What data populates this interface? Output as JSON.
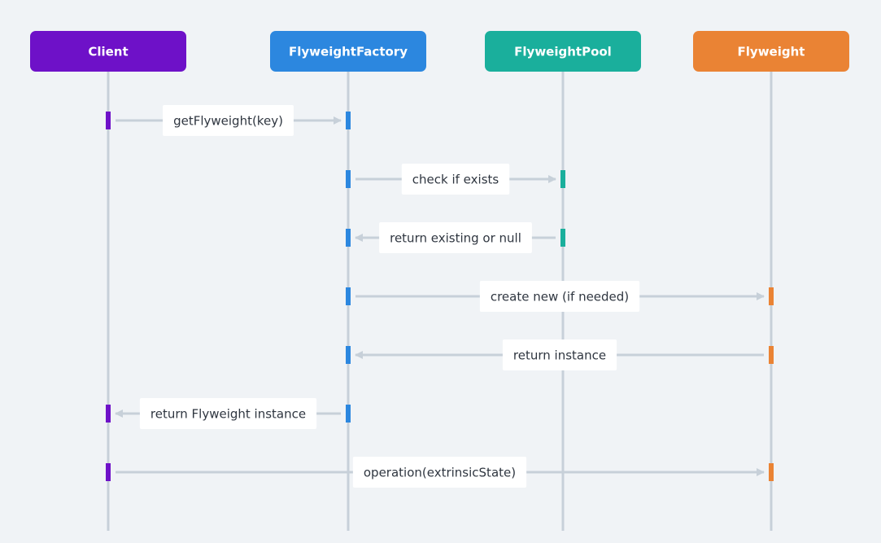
{
  "participants": [
    {
      "id": "client",
      "label": "Client",
      "color": "#6e11c8"
    },
    {
      "id": "factory",
      "label": "FlyweightFactory",
      "color": "#2c87df"
    },
    {
      "id": "pool",
      "label": "FlyweightPool",
      "color": "#1aaf9c"
    },
    {
      "id": "flyweight",
      "label": "Flyweight",
      "color": "#ea8334"
    }
  ],
  "messages": [
    {
      "from": "client",
      "to": "factory",
      "label": "getFlyweight(key)"
    },
    {
      "from": "factory",
      "to": "pool",
      "label": "check if exists"
    },
    {
      "from": "pool",
      "to": "factory",
      "label": "return existing or null"
    },
    {
      "from": "factory",
      "to": "flyweight",
      "label": "create new (if needed)"
    },
    {
      "from": "flyweight",
      "to": "factory",
      "label": "return instance"
    },
    {
      "from": "factory",
      "to": "client",
      "label": "return Flyweight instance"
    },
    {
      "from": "client",
      "to": "flyweight",
      "label": "operation(extrinsicState)"
    }
  ],
  "colors": {
    "background": "#f0f3f6",
    "lifeline": "#c7d0d9",
    "arrow": "#c7d0d9",
    "label_bg": "#ffffff",
    "label_text": "#2f3640"
  }
}
